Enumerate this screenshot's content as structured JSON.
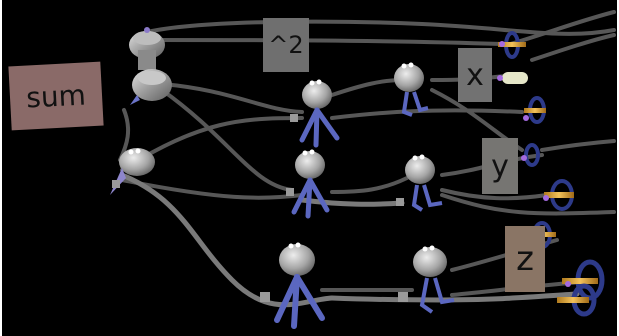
{
  "scene": {
    "background": "#000000",
    "panel_colors": {
      "sum": "#8a6a68",
      "square": "#6f6f6f",
      "x": "#727272",
      "y": "#767572",
      "z": "#8a7565"
    },
    "labels": {
      "sum": "sum",
      "square": "^2",
      "x": "x",
      "y": "y",
      "z": "z"
    },
    "icons": [
      "valve-icon",
      "figure-icon",
      "spool-icon",
      "capsule-icon"
    ]
  }
}
